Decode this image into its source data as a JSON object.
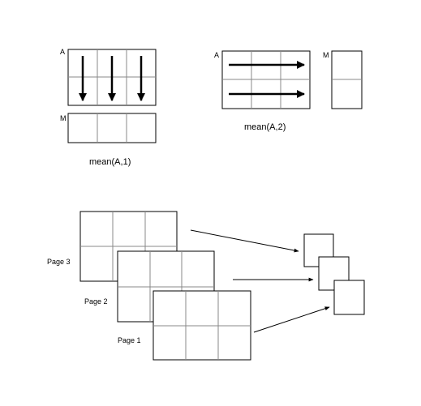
{
  "top_left": {
    "matrix_label": "A",
    "result_label": "M",
    "caption": "mean(A,1)"
  },
  "top_right": {
    "matrix_label": "A",
    "result_label": "M",
    "caption": "mean(A,2)"
  },
  "bottom": {
    "pages": [
      {
        "label": "Page 3"
      },
      {
        "label": "Page 2"
      },
      {
        "label": "Page 1"
      }
    ]
  }
}
